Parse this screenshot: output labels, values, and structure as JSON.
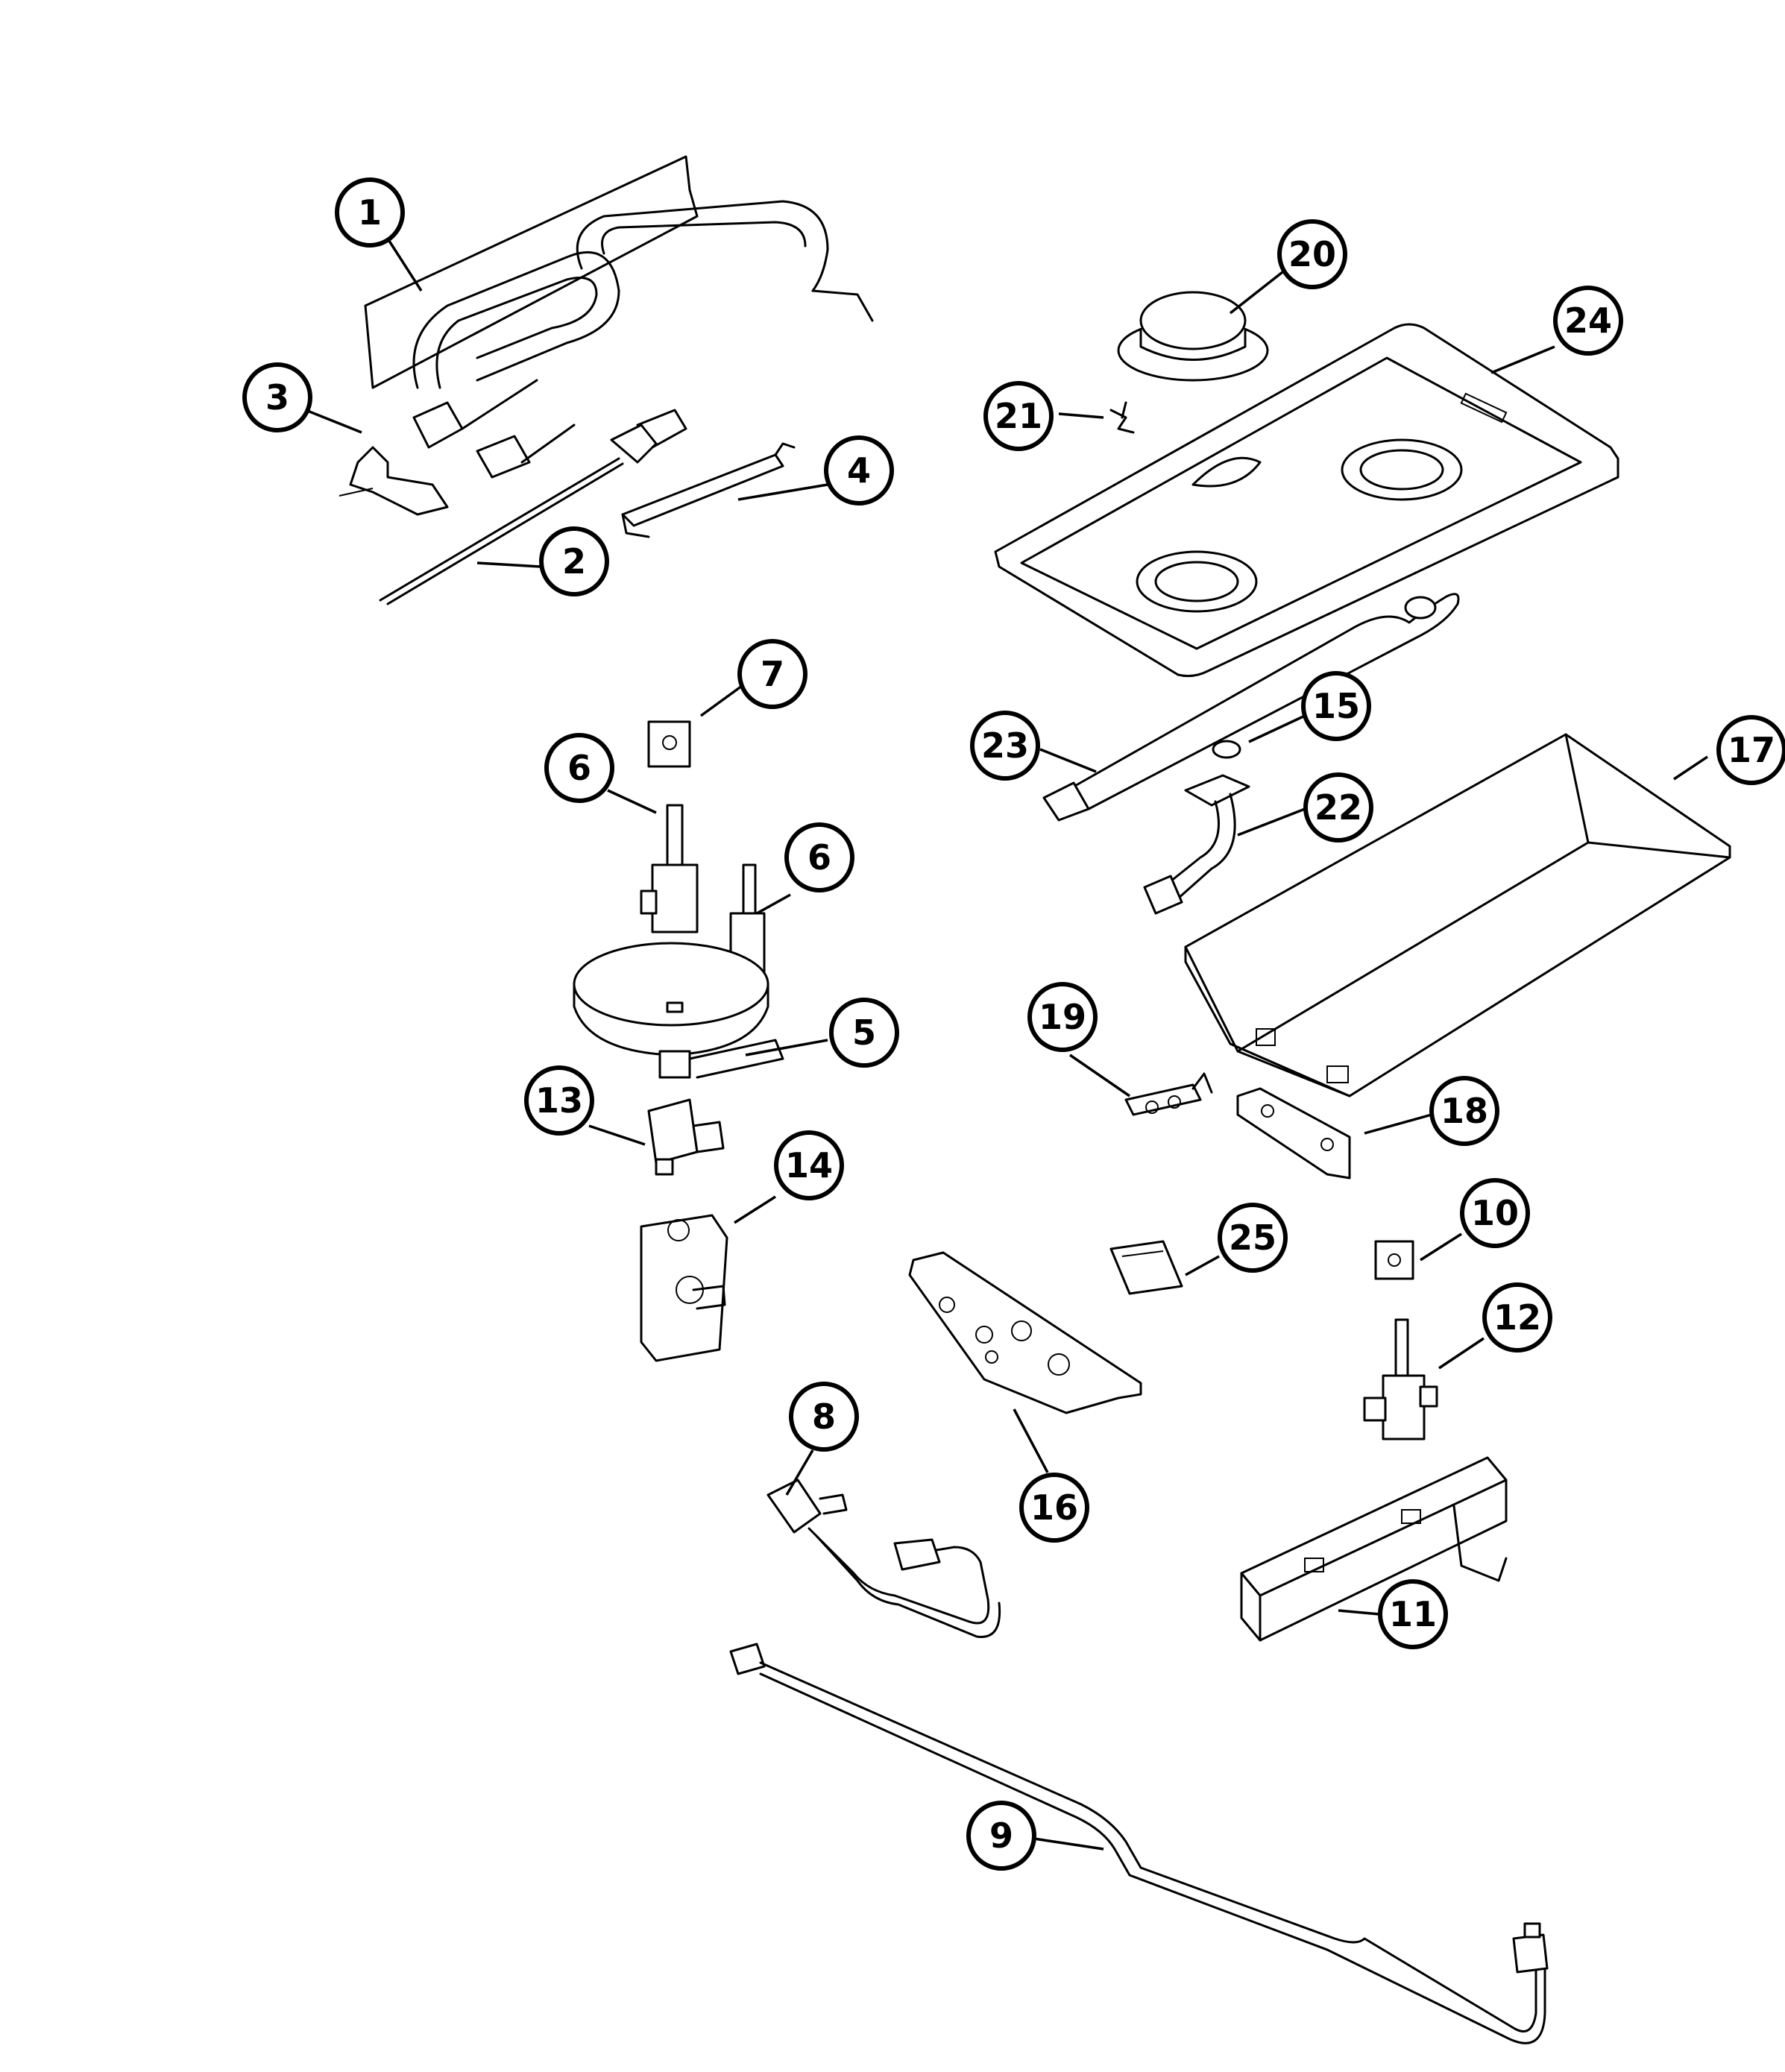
{
  "callouts": [
    {
      "label": "1"
    },
    {
      "label": "2"
    },
    {
      "label": "3"
    },
    {
      "label": "4"
    },
    {
      "label": "5"
    },
    {
      "label": "6"
    },
    {
      "label": "6"
    },
    {
      "label": "7"
    },
    {
      "label": "8"
    },
    {
      "label": "9"
    },
    {
      "label": "10"
    },
    {
      "label": "11"
    },
    {
      "label": "12"
    },
    {
      "label": "13"
    },
    {
      "label": "14"
    },
    {
      "label": "15"
    },
    {
      "label": "16"
    },
    {
      "label": "17"
    },
    {
      "label": "18"
    },
    {
      "label": "19"
    },
    {
      "label": "20"
    },
    {
      "label": "21"
    },
    {
      "label": "22"
    },
    {
      "label": "23"
    },
    {
      "label": "24"
    },
    {
      "label": "25"
    }
  ],
  "colors": {
    "line": "#000000",
    "background": "#ffffff"
  }
}
